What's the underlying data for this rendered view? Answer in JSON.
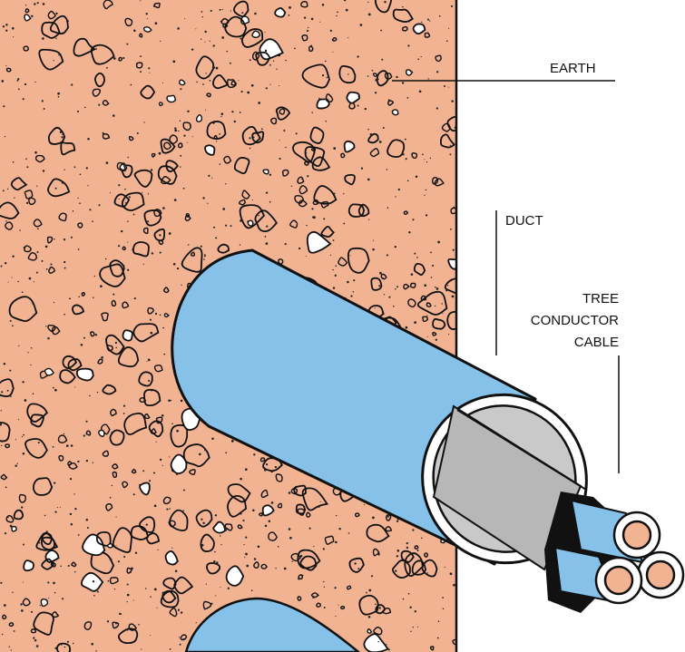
{
  "labels": {
    "earth": "EARTH",
    "duct": "DUCT",
    "cable_line1": "TREE",
    "cable_line2": "CONDUCTOR",
    "cable_line3": "CABLE"
  },
  "colors": {
    "earth_fill": "#f2b393",
    "duct_fill": "#85c1e8",
    "duct_mouth": "#ffffff",
    "cable_sheath": "#c9c9c9",
    "conductor_insulation": "#85c1e8",
    "conductor_core": "#f2b393",
    "outline": "#111111"
  }
}
